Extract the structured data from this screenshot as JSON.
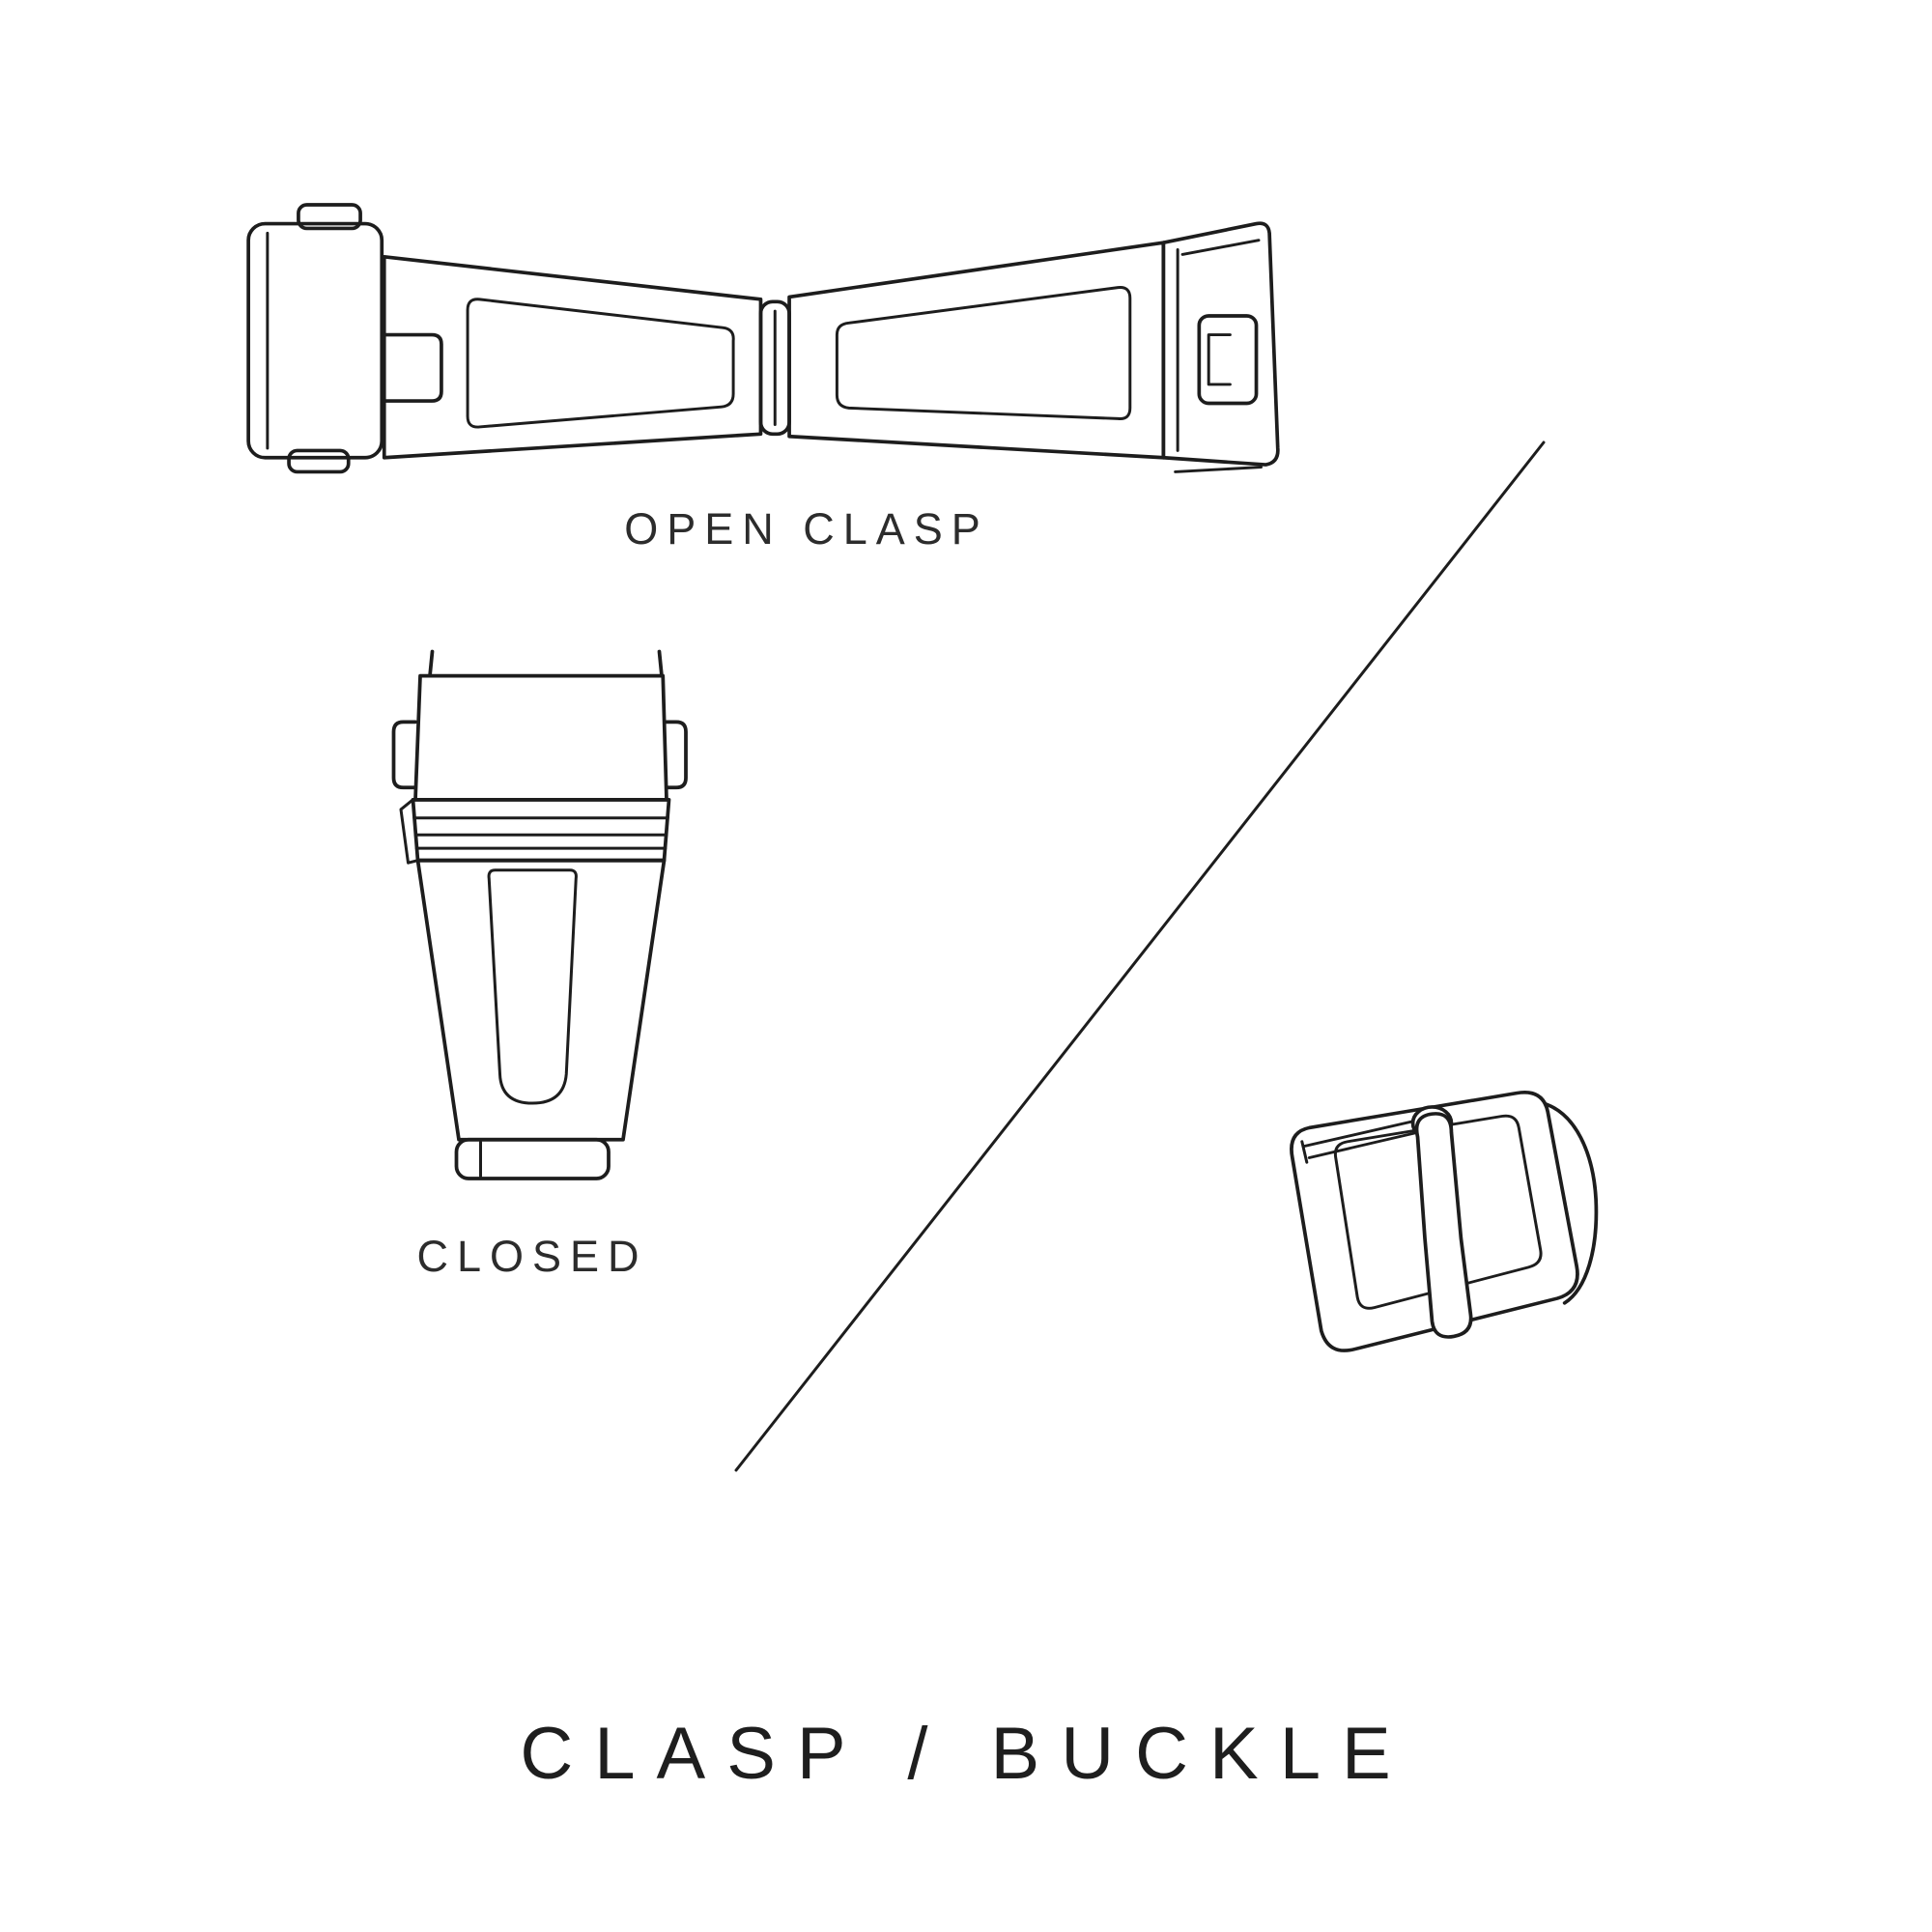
{
  "canvas": {
    "background_color": "#ffffff",
    "line_color": "#1d1d1d",
    "text_color": "#2c2c2c"
  },
  "figures": {
    "open_clasp": {
      "label": "OPEN CLASP"
    },
    "closed_clasp": {
      "label": "CLOSED"
    },
    "pin_buckle": {
      "label": ""
    }
  },
  "title": "CLASP / BUCKLE"
}
